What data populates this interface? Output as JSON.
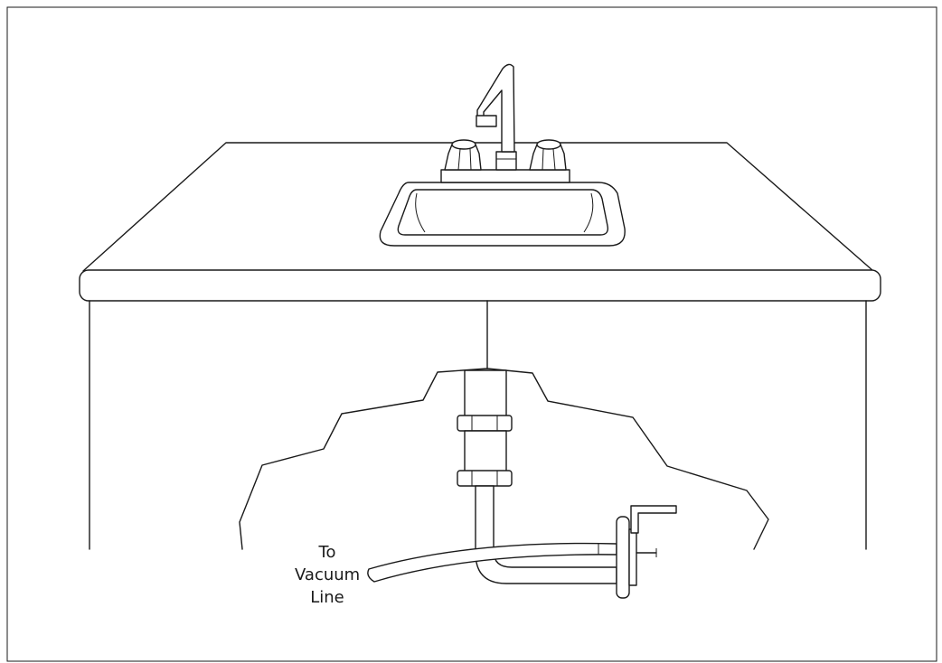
{
  "label": {
    "lines": [
      "To",
      "Vacuum",
      "Line"
    ]
  },
  "colors": {
    "line": "#1a1a1a",
    "background": "#ffffff"
  }
}
